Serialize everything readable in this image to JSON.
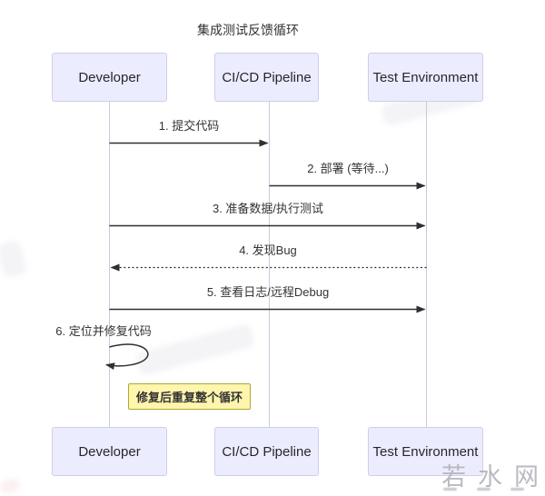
{
  "title": "集成测试反馈循环",
  "actors": [
    {
      "name": "Developer"
    },
    {
      "name": "CI/CD Pipeline"
    },
    {
      "name": "Test Environment"
    }
  ],
  "messages": [
    {
      "label": "1. 提交代码",
      "from": "Developer",
      "to": "CI/CD Pipeline",
      "line": "solid"
    },
    {
      "label": "2. 部署 (等待...)",
      "from": "CI/CD Pipeline",
      "to": "Test Environment",
      "line": "solid"
    },
    {
      "label": "3. 准备数据/执行测试",
      "from": "Developer",
      "to": "Test Environment",
      "line": "solid"
    },
    {
      "label": "4. 发现Bug",
      "from": "Test Environment",
      "to": "Developer",
      "line": "dashed"
    },
    {
      "label": "5. 查看日志/远程Debug",
      "from": "Developer",
      "to": "Test Environment",
      "line": "solid"
    },
    {
      "label": "6. 定位并修复代码",
      "from": "Developer",
      "to": "Developer",
      "line": "self"
    }
  ],
  "note": {
    "label": "修复后重复整个循环"
  },
  "watermark": {
    "text": "若水网"
  },
  "colors": {
    "actor_fill": "#ECECFF",
    "actor_border": "#CFCDEA",
    "note_fill": "#FFF5AD",
    "note_border": "#AAAA33",
    "line": "#333333",
    "lifeline": "#C9C9DD"
  }
}
